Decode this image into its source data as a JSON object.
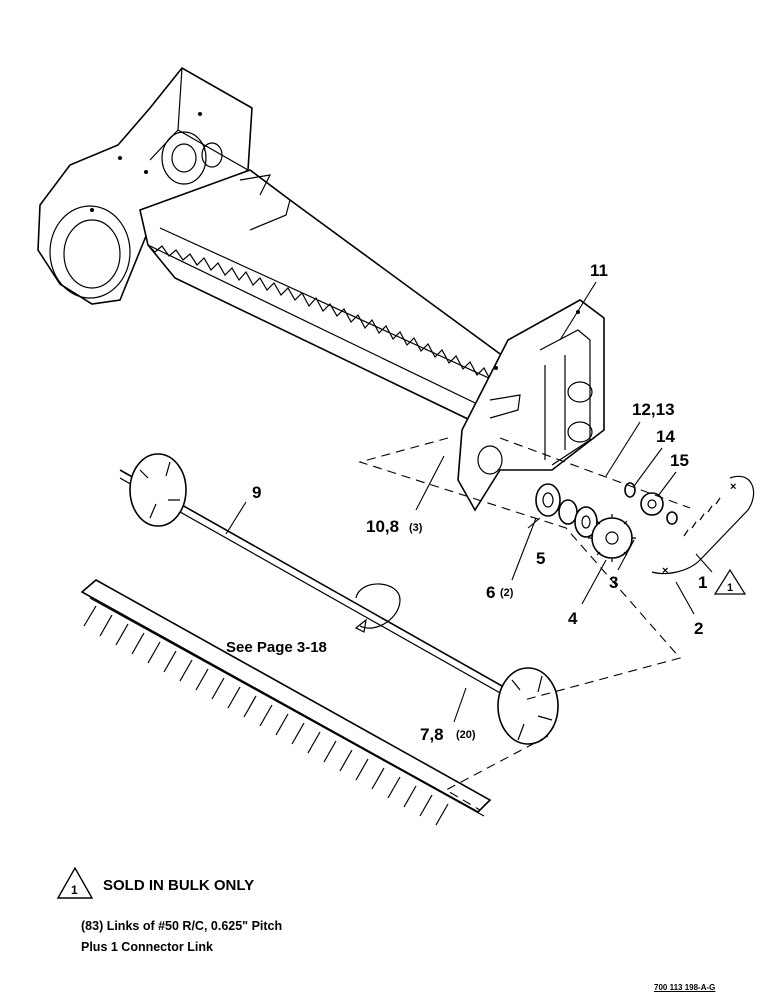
{
  "callouts": {
    "c11": "11",
    "c12_13": "12,13",
    "c14": "14",
    "c15": "15",
    "c9": "9",
    "c10_8": "10,8",
    "c10_8_qty": "(3)",
    "c5": "5",
    "c6": "6",
    "c6_qty": "(2)",
    "c4": "4",
    "c3": "3",
    "c2": "2",
    "c1": "1",
    "c7_8": "7,8",
    "c7_8_qty": "(20)",
    "flag_marker": "1"
  },
  "reference_text": "See Page 3-18",
  "note": {
    "marker": "1",
    "heading": "SOLD IN BULK ONLY",
    "line1": "(83) Links of #50 R/C, 0.625\" Pitch",
    "line2": "Plus 1 Connector Link"
  },
  "drawing_number": "700 113 198-A-G"
}
